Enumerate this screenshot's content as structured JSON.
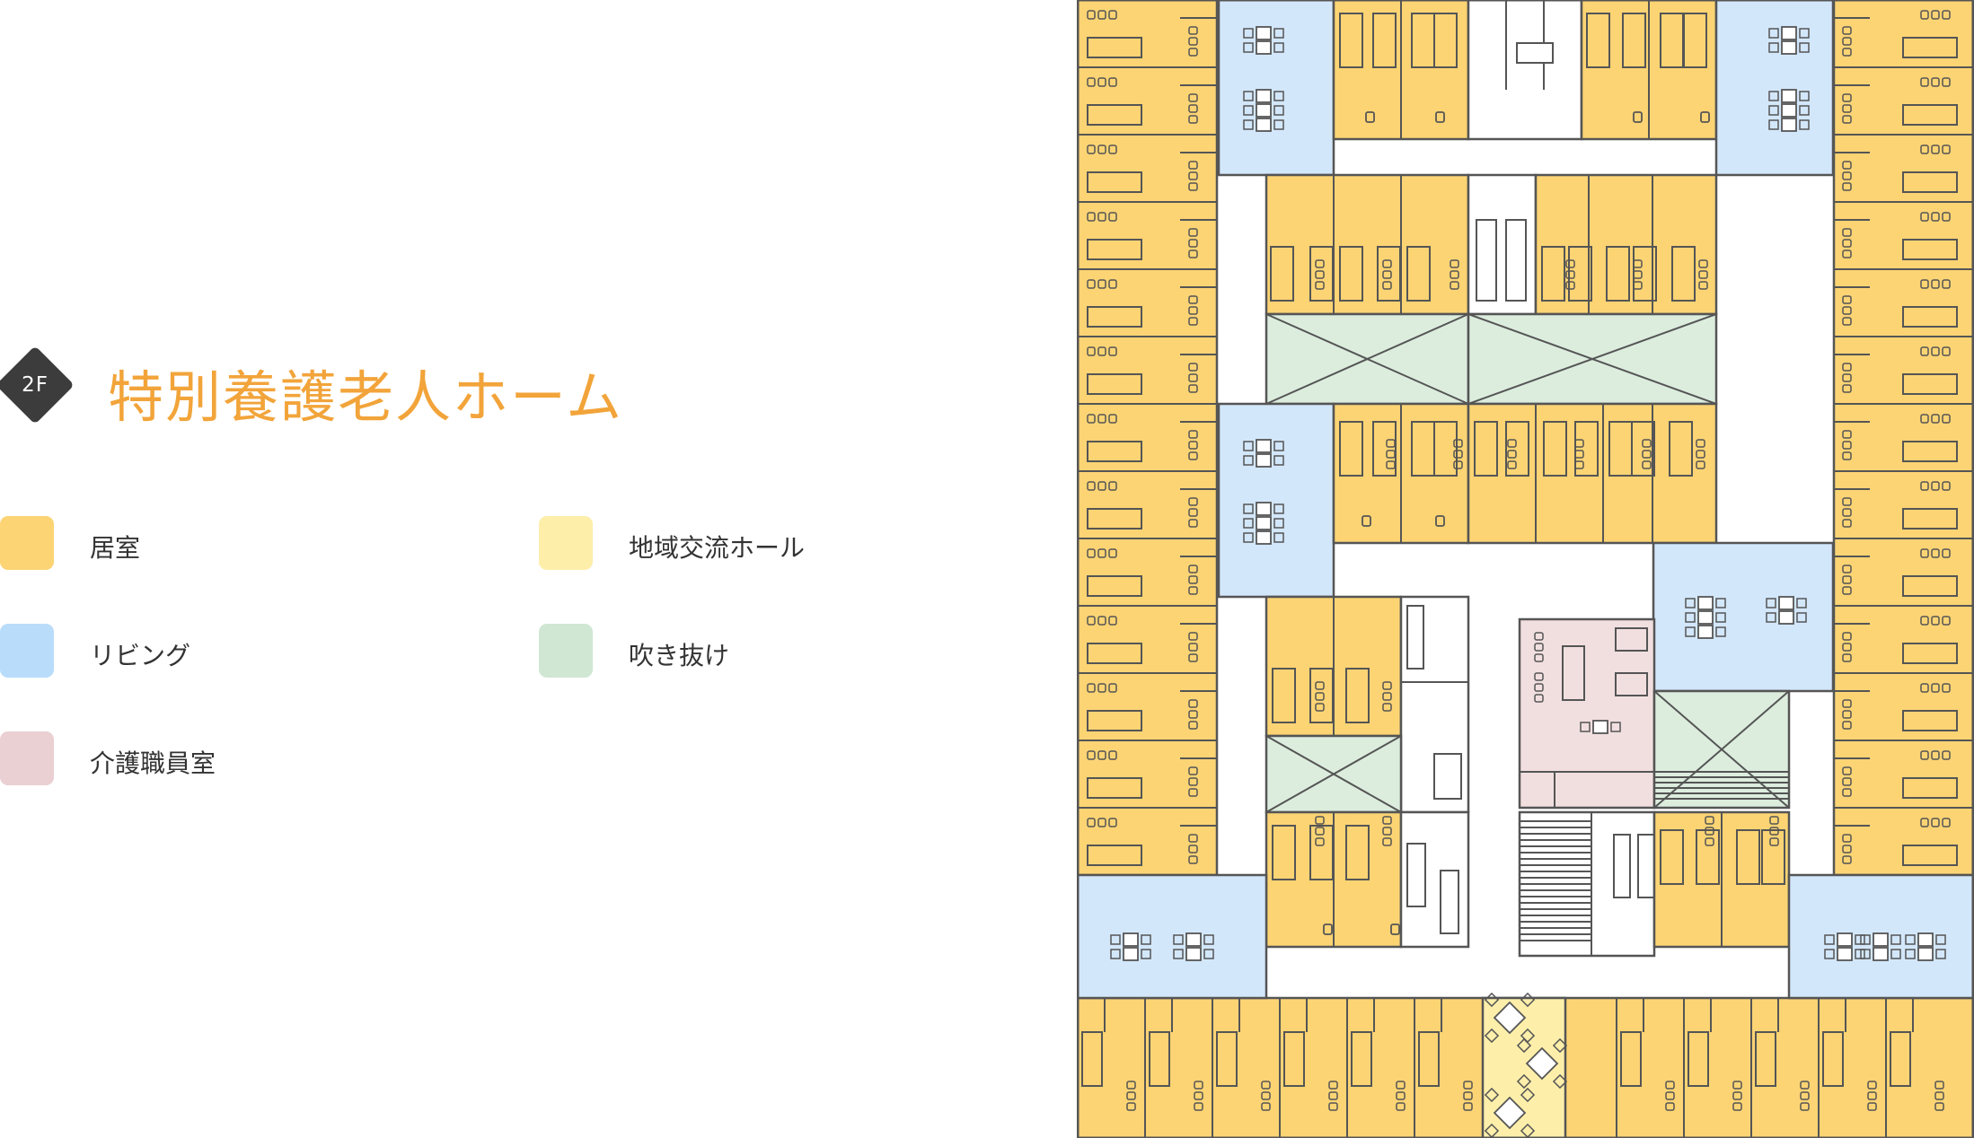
{
  "header": {
    "floor_badge": "2F",
    "title": "特別養護老人ホーム"
  },
  "legend": [
    {
      "label": "居室",
      "color": "#fcd474"
    },
    {
      "label": "地域交流ホール",
      "color": "#fdeeaa"
    },
    {
      "label": "リビング",
      "color": "#b9dcfb"
    },
    {
      "label": "吹き抜け",
      "color": "#cfe7d3"
    },
    {
      "label": "介護職員室",
      "color": "#ead0d2"
    }
  ],
  "colors": {
    "room": "#fcd474",
    "hall": "#fdeeaa",
    "living": "#d3e7fb",
    "void": "#dcedde",
    "staff": "#f1dfe0",
    "stair": "#ffffff",
    "wall": "#555555",
    "accent": "#f2a43a"
  }
}
